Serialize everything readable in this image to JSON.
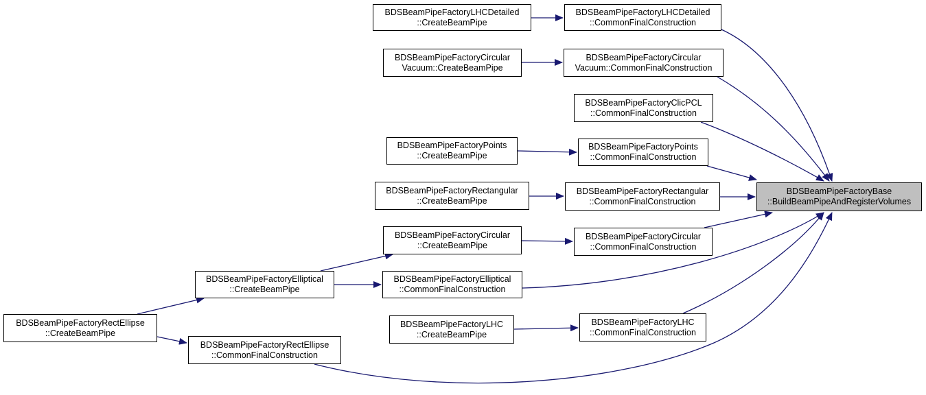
{
  "colors": {
    "edge": "#191970",
    "border": "#000000",
    "root_fill": "#bfbfbf",
    "node_fill": "#ffffff"
  },
  "nodes": {
    "root": {
      "line1": "BDSBeamPipeFactoryBase",
      "line2": "::BuildBeamPipeAndRegisterVolumes"
    },
    "lhcdet_cfc": {
      "line1": "BDSBeamPipeFactoryLHCDetailed",
      "line2": "::CommonFinalConstruction"
    },
    "lhcdet_cbp": {
      "line1": "BDSBeamPipeFactoryLHCDetailed",
      "line2": "::CreateBeamPipe"
    },
    "circvac_cfc": {
      "line1": "BDSBeamPipeFactoryCircular",
      "line2": "Vacuum::CommonFinalConstruction"
    },
    "circvac_cbp": {
      "line1": "BDSBeamPipeFactoryCircular",
      "line2": "Vacuum::CreateBeamPipe"
    },
    "clic_cfc": {
      "line1": "BDSBeamPipeFactoryClicPCL",
      "line2": "::CommonFinalConstruction"
    },
    "points_cfc": {
      "line1": "BDSBeamPipeFactoryPoints",
      "line2": "::CommonFinalConstruction"
    },
    "points_cbp": {
      "line1": "BDSBeamPipeFactoryPoints",
      "line2": "::CreateBeamPipe"
    },
    "rect_cfc": {
      "line1": "BDSBeamPipeFactoryRectangular",
      "line2": "::CommonFinalConstruction"
    },
    "rect_cbp": {
      "line1": "BDSBeamPipeFactoryRectangular",
      "line2": "::CreateBeamPipe"
    },
    "circ_cbp": {
      "line1": "BDSBeamPipeFactoryCircular",
      "line2": "::CreateBeamPipe"
    },
    "circ_cfc": {
      "line1": "BDSBeamPipeFactoryCircular",
      "line2": "::CommonFinalConstruction"
    },
    "ell_cbp": {
      "line1": "BDSBeamPipeFactoryElliptical",
      "line2": "::CreateBeamPipe"
    },
    "ell_cfc": {
      "line1": "BDSBeamPipeFactoryElliptical",
      "line2": "::CommonFinalConstruction"
    },
    "lhc_cbp": {
      "line1": "BDSBeamPipeFactoryLHC",
      "line2": "::CreateBeamPipe"
    },
    "lhc_cfc": {
      "line1": "BDSBeamPipeFactoryLHC",
      "line2": "::CommonFinalConstruction"
    },
    "re_cbp": {
      "line1": "BDSBeamPipeFactoryRectEllipse",
      "line2": "::CreateBeamPipe"
    },
    "re_cfc": {
      "line1": "BDSBeamPipeFactoryRectEllipse",
      "line2": "::CommonFinalConstruction"
    }
  }
}
